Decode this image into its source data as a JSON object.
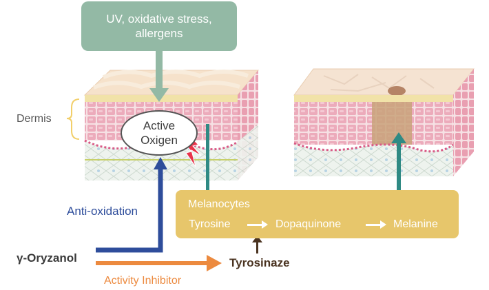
{
  "stimulus": {
    "line1": "UV, oxidative stress,",
    "line2": "allergens"
  },
  "active_oxygen": {
    "line1": "Active",
    "line2": "Oxigen"
  },
  "dermis_label": "Dermis",
  "anti_oxidation_label": "Anti-oxidation",
  "oryzanol_label": "γ-Oryzanol",
  "activity_inhibitor_label": "Activity Inhibitor",
  "tyrosinaze_label": "Tyrosinaze",
  "melanocytes": {
    "title": "Melanocytes",
    "steps": [
      "Tyrosine",
      "Dopaquinone",
      "Melanine"
    ]
  },
  "colors": {
    "stimulus_box": "#93b9a5",
    "melanocyte_box": "#e7c66b",
    "anti_oxidation_arrow": "#2e4d9b",
    "inhibitor_arrow": "#ec8a3f",
    "melanin_arrow": "#2f8a84",
    "tyrosinaze_arrow": "#4a3320",
    "dermis_brace": "#f2cf6a"
  }
}
